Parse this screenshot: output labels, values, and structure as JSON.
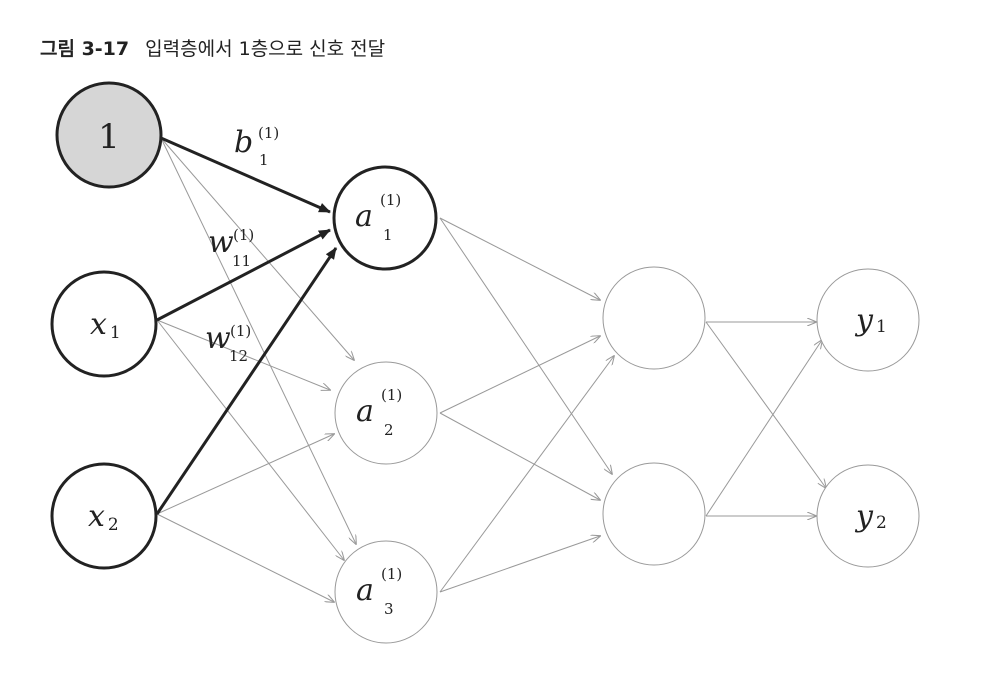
{
  "caption": {
    "number": "그림 3-17",
    "title": "입력층에서 1층으로 신호 전달"
  },
  "nodes": {
    "bias": {
      "label": "1"
    },
    "x1": {
      "var": "x",
      "sub": "1"
    },
    "x2": {
      "var": "x",
      "sub": "2"
    },
    "a1": {
      "var": "a",
      "sup": "(1)",
      "sub": "1"
    },
    "a2": {
      "var": "a",
      "sup": "(1)",
      "sub": "2"
    },
    "a3": {
      "var": "a",
      "sup": "(1)",
      "sub": "3"
    },
    "y1": {
      "var": "y",
      "sub": "1"
    },
    "y2": {
      "var": "y",
      "sub": "2"
    }
  },
  "weights": {
    "b": {
      "var": "b",
      "sup": "(1)",
      "sub": "1"
    },
    "w11": {
      "var": "w",
      "sup": "(1)",
      "sub": "11"
    },
    "w12": {
      "var": "w",
      "sup": "(1)",
      "sub": "12"
    }
  },
  "colors": {
    "bias_fill": "#d6d6d6",
    "bold_stroke": "#222222",
    "thin_stroke": "#999999"
  }
}
